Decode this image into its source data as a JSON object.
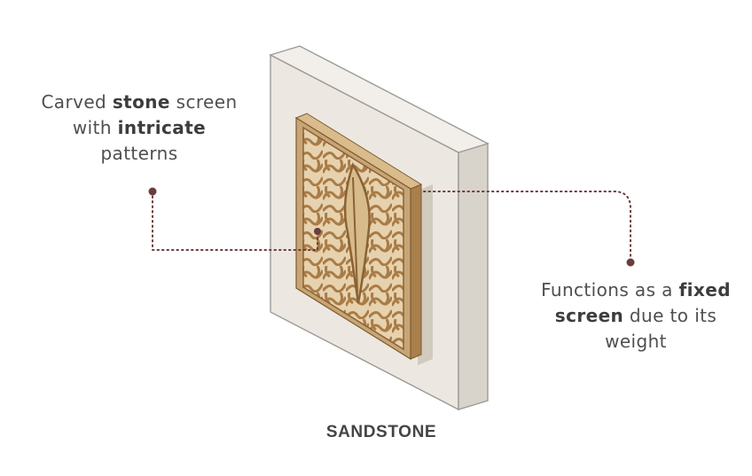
{
  "callouts": {
    "left": {
      "line1_pre": "Carved ",
      "line1_bold": "stone",
      "line1_post": " screen",
      "line2_pre": "with ",
      "line2_bold": "intricate",
      "line3": "patterns"
    },
    "right": {
      "line1_pre": "Functions as a ",
      "line1_bold": "fixed",
      "line2_bold": "screen",
      "line2_post": " due to its",
      "line3": "weight"
    }
  },
  "material_label": "SANDSTONE",
  "colors": {
    "slab_face": "#ece8e1",
    "slab_side": "#dcd7ce",
    "screen_frame": "#c8a575",
    "screen_lattice": "#b48a55",
    "leader_line": "#6b3d3d",
    "text": "#4f4f4f"
  },
  "icons": [
    "stone-wall-slab",
    "carved-screen-panel"
  ]
}
